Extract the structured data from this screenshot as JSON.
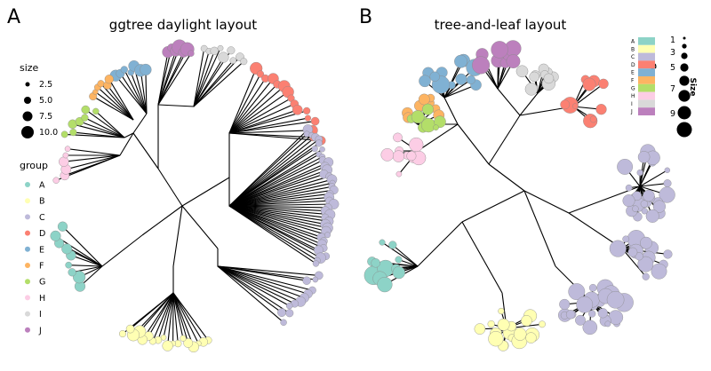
{
  "panels": [
    {
      "letter": "A",
      "title": "ggtree daylight layout"
    },
    {
      "letter": "B",
      "title": "tree-and-leaf layout"
    }
  ],
  "legend_a": {
    "size_title": "size",
    "sizes": [
      "2.5",
      "5.0",
      "7.5",
      "10.0"
    ],
    "group_title": "group",
    "groups": [
      "A",
      "B",
      "C",
      "D",
      "E",
      "F",
      "G",
      "H",
      "I",
      "J"
    ]
  },
  "legend_b": {
    "group_title": "Group",
    "groups": [
      "A",
      "B",
      "C",
      "D",
      "E",
      "F",
      "G",
      "H",
      "I",
      "J"
    ],
    "size_title": "Size",
    "sizes": [
      "1",
      "3",
      "5",
      "7",
      "9"
    ]
  },
  "group_colors": {
    "A": "#8dd3c7",
    "B": "#ffffb3",
    "C": "#bebada",
    "D": "#fb8072",
    "E": "#80b1d3",
    "F": "#fdb462",
    "G": "#b3de69",
    "H": "#fccde5",
    "I": "#d9d9d9",
    "J": "#bc80bd"
  }
}
